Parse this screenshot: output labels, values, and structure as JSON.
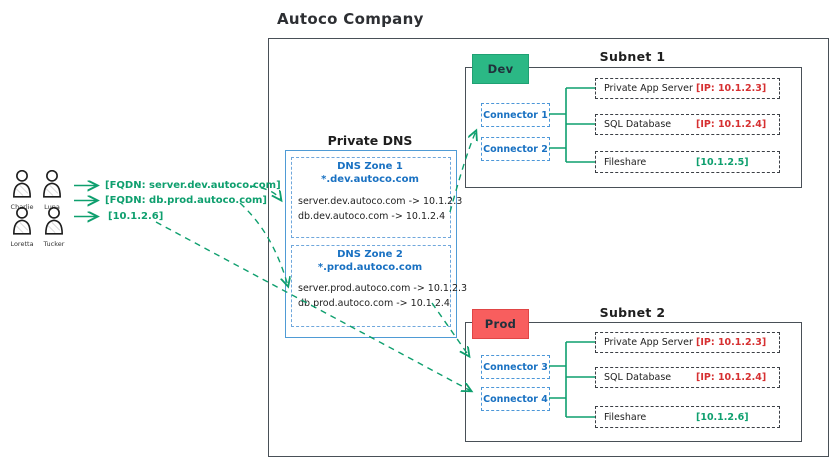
{
  "title": "Autoco Company",
  "colors": {
    "teal": "#0e9f6e",
    "blue_text": "#1971c2",
    "blue_border": "#4f9bd5",
    "blue_dash": "#6fa7dc",
    "conn_border": "#4c97d8",
    "dev_fill": "#2bb885",
    "dev_border": "#1fa173",
    "prod_fill": "#f85e5e",
    "prod_border": "#e04545",
    "red_text": "#d63031"
  },
  "users": [
    {
      "name": "Charlie"
    },
    {
      "name": "Luna"
    },
    {
      "name": "Loretta"
    },
    {
      "name": "Tucker"
    }
  ],
  "queries": [
    {
      "label": "[FQDN: server.dev.autoco.com]"
    },
    {
      "label": "[FQDN: db.prod.autoco.com]"
    },
    {
      "label": "[10.1.2.6]"
    }
  ],
  "private_dns": {
    "title": "Private DNS",
    "zones": [
      {
        "name": "DNS Zone 1",
        "wildcard": "*.dev.autoco.com",
        "records": [
          "server.dev.autoco.com -> 10.1.2.3",
          "db.dev.autoco.com -> 10.1.2.4"
        ]
      },
      {
        "name": "DNS Zone 2",
        "wildcard": "*.prod.autoco.com",
        "records": [
          "server.prod.autoco.com -> 10.1.2.3",
          "db.prod.autoco.com -> 10.1.2.4"
        ]
      }
    ]
  },
  "subnets": [
    {
      "title": "Subnet 1",
      "env_label": "Dev",
      "connectors": [
        "Connector 1",
        "Connector 2"
      ],
      "servers": [
        {
          "name": "Private App Server",
          "ip": "[IP: 10.1.2.3]",
          "ip_color": "red"
        },
        {
          "name": "SQL Database",
          "ip": "[IP: 10.1.2.4]",
          "ip_color": "red"
        },
        {
          "name": "Fileshare",
          "ip": "[10.1.2.5]",
          "ip_color": "teal"
        }
      ]
    },
    {
      "title": "Subnet 2",
      "env_label": "Prod",
      "connectors": [
        "Connector 3",
        "Connector 4"
      ],
      "servers": [
        {
          "name": "Private App Server",
          "ip": "[IP: 10.1.2.3]",
          "ip_color": "red"
        },
        {
          "name": "SQL Database",
          "ip": "[IP: 10.1.2.4]",
          "ip_color": "red"
        },
        {
          "name": "Fileshare",
          "ip": "[10.1.2.6]",
          "ip_color": "teal"
        }
      ]
    }
  ]
}
